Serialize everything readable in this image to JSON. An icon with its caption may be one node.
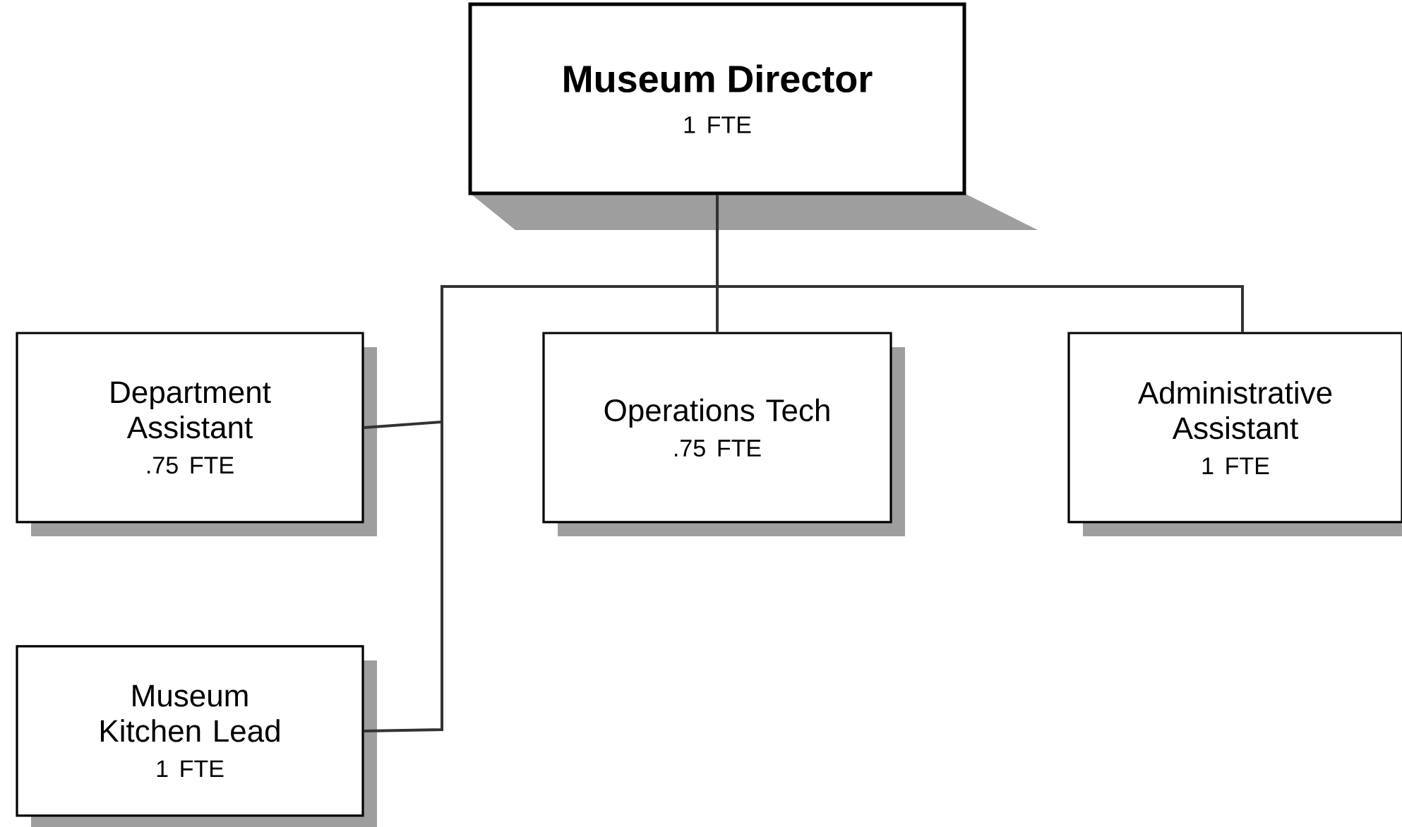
{
  "diagram": {
    "nodes": [
      {
        "text": [
          "Museum Director",
          "1 FTE"
        ]
      },
      {
        "text": [
          "Department Assistant",
          ".75 FTE"
        ]
      },
      {
        "text": [
          "Operations Tech",
          ".75 FTE"
        ]
      },
      {
        "text": [
          "Administrative Assistant",
          "1 FTE"
        ]
      },
      {
        "text": [
          "Museum Kitchen Lead",
          "1 FTE"
        ]
      }
    ],
    "edges": [
      {
        "from": 0,
        "to": 1,
        "arrow": "none"
      },
      {
        "from": 0,
        "to": 2,
        "arrow": "none"
      },
      {
        "from": 0,
        "to": 3,
        "arrow": "none"
      },
      {
        "from": 0,
        "to": 4,
        "arrow": "none"
      }
    ]
  }
}
